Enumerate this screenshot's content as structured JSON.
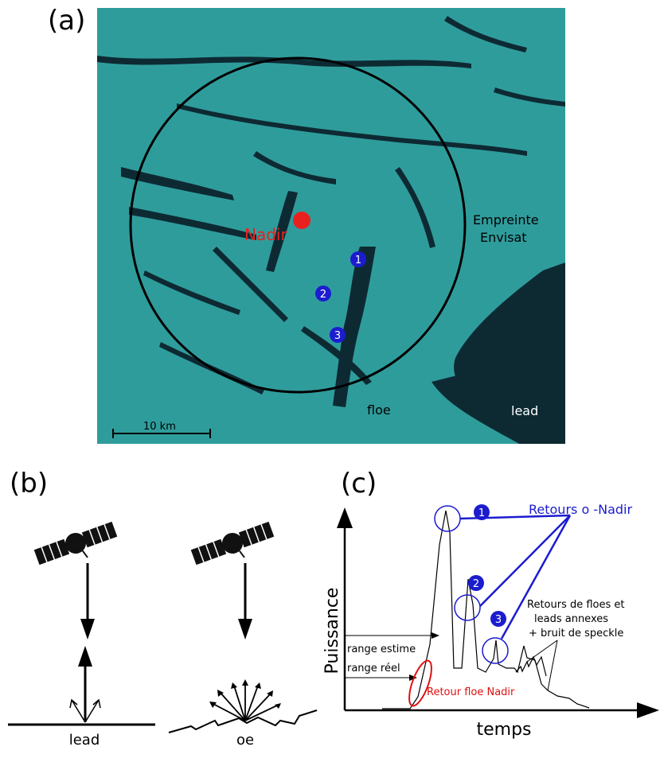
{
  "panels": {
    "a": {
      "label": "(a)"
    },
    "b": {
      "label": "(b)"
    },
    "c": {
      "label": "(c)"
    }
  },
  "panel_a": {
    "nadir_label": "Nadir",
    "footprint_label_line1": "Empreinte",
    "footprint_label_line2": "Envisat",
    "floe_label": "floe",
    "lead_label": "lead",
    "scale_label": "10 km",
    "markers": [
      "1",
      "2",
      "3"
    ],
    "colors": {
      "ice": "#2f9c9c",
      "water": "#0d2a33",
      "nadir": "#e8211f",
      "marker": "#1c1ccf"
    }
  },
  "panel_b": {
    "lead_label": "lead",
    "rough_label": "oe"
  },
  "panel_c": {
    "y_label": "Puissance",
    "x_label": "temps",
    "range_estime": "range estime",
    "range_reel": "range réel",
    "retour_floe_nadir": "Retour floe Nadir",
    "retours_off_nadir": "Retours o  -Nadir",
    "retours_floes_line1": "Retours de floes et",
    "retours_floes_line2": "leads annexes",
    "retours_floes_line3": "+ bruit de speckle",
    "markers": [
      "1",
      "2",
      "3"
    ],
    "colors": {
      "off_nadir": "#1c1ccf",
      "floe_nadir": "#e01010"
    }
  }
}
